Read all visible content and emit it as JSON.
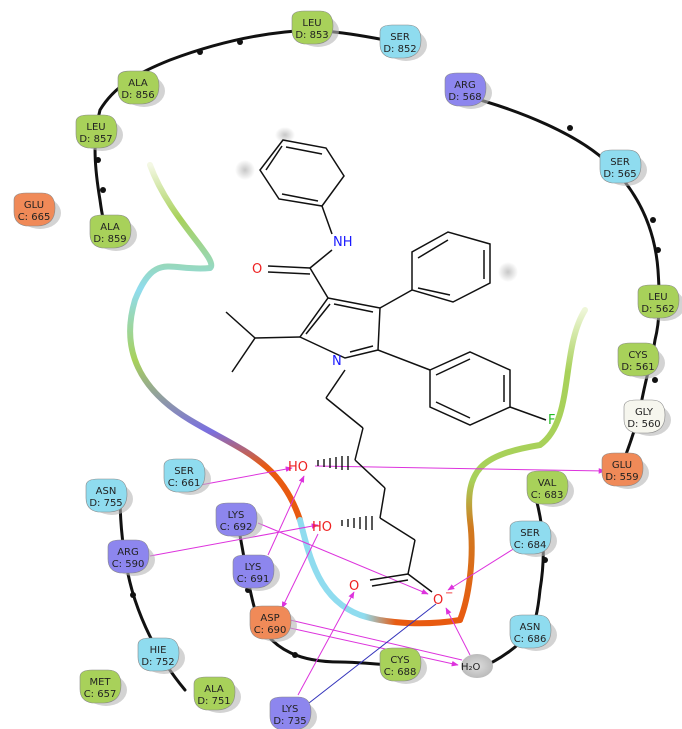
{
  "colors": {
    "hydrophobic": "#a8d15a",
    "polar": "#8fdcef",
    "positive": "#8d86ee",
    "negative": "#f08a58",
    "glycine": "#f6f6ee",
    "hbond": "#dd33dd",
    "pication": "#3333bb",
    "backbone": "#111111",
    "nitrogen": "#1a1aff",
    "oxygen": "#ee2222",
    "fluorine": "#22bb22"
  },
  "residues": [
    {
      "name": "LEU",
      "id": "D: 853",
      "type": "hydrophobic"
    },
    {
      "name": "SER",
      "id": "D: 852",
      "type": "polar"
    },
    {
      "name": "ALA",
      "id": "D: 856",
      "type": "hydrophobic"
    },
    {
      "name": "LEU",
      "id": "D: 857",
      "type": "hydrophobic"
    },
    {
      "name": "GLU",
      "id": "C: 665",
      "type": "negative"
    },
    {
      "name": "ALA",
      "id": "D: 859",
      "type": "hydrophobic"
    },
    {
      "name": "ARG",
      "id": "D: 568",
      "type": "positive"
    },
    {
      "name": "SER",
      "id": "D: 565",
      "type": "polar"
    },
    {
      "name": "LEU",
      "id": "D: 562",
      "type": "hydrophobic"
    },
    {
      "name": "CYS",
      "id": "D: 561",
      "type": "hydrophobic"
    },
    {
      "name": "GLY",
      "id": "D: 560",
      "type": "glycine"
    },
    {
      "name": "GLU",
      "id": "D: 559",
      "type": "negative"
    },
    {
      "name": "VAL",
      "id": "C: 683",
      "type": "hydrophobic"
    },
    {
      "name": "SER",
      "id": "C: 684",
      "type": "polar"
    },
    {
      "name": "ASN",
      "id": "C: 686",
      "type": "polar"
    },
    {
      "name": "SER",
      "id": "C: 661",
      "type": "polar"
    },
    {
      "name": "ASN",
      "id": "D: 755",
      "type": "polar"
    },
    {
      "name": "LYS",
      "id": "C: 692",
      "type": "positive"
    },
    {
      "name": "ARG",
      "id": "C: 590",
      "type": "positive"
    },
    {
      "name": "LYS",
      "id": "C: 691",
      "type": "positive"
    },
    {
      "name": "ASP",
      "id": "C: 690",
      "type": "negative"
    },
    {
      "name": "HIE",
      "id": "D: 752",
      "type": "polar"
    },
    {
      "name": "CYS",
      "id": "C: 688",
      "type": "hydrophobic"
    },
    {
      "name": "MET",
      "id": "C: 657",
      "type": "hydrophobic"
    },
    {
      "name": "ALA",
      "id": "D: 751",
      "type": "hydrophobic"
    },
    {
      "name": "LYS",
      "id": "D: 735",
      "type": "positive"
    }
  ],
  "atoms": {
    "nh": "NH",
    "carbonyl_o": "O",
    "pyrrole_n": "N",
    "fluorine": "F",
    "ho1": "HO",
    "ho2": "HO",
    "acid_o": "O",
    "acid_o_minus": "O",
    "minus": "−",
    "water": "H₂O"
  }
}
